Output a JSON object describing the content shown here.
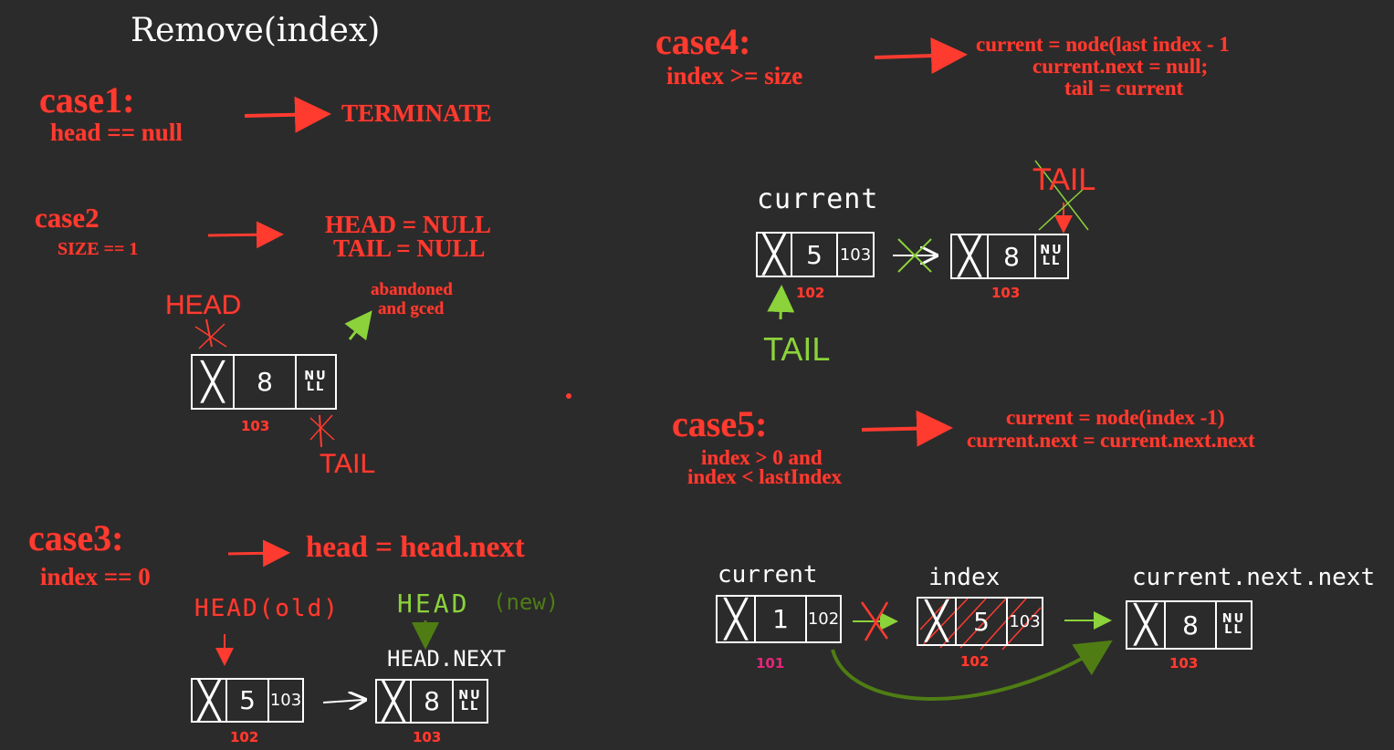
{
  "title": "Remove(index)",
  "case1": {
    "label": "case1:",
    "condition": "head  == null",
    "action": "TERMINATE"
  },
  "case2": {
    "label": "case2",
    "condition": "SIZE == 1",
    "action_line1": "HEAD = NULL",
    "action_line2": "TAIL = NULL",
    "head_label": "HEAD",
    "tail_label": "TAIL",
    "note_line1": "abandoned",
    "note_line2": "and gced",
    "node": {
      "value": "8",
      "next": "NU LL",
      "address": "103"
    }
  },
  "case3": {
    "label": "case3:",
    "condition": "index == 0",
    "action": "head = head.next",
    "old_head_label": "HEAD(old)",
    "new_head_label": "HEAD",
    "new_tag": "(new)",
    "next_label": "HEAD.NEXT",
    "node_a": {
      "value": "5",
      "next": "103",
      "address": "102"
    },
    "node_b": {
      "value": "8",
      "next": "NU LL",
      "address": "103"
    }
  },
  "case4": {
    "label": "case4:",
    "condition": "index >= size",
    "action_line1": "current = node(last index - 1",
    "action_line2": "current.next = null;",
    "action_line3": "tail = current",
    "current_label": "current",
    "old_tail_label": "TAIL",
    "new_tail_label": "TAIL",
    "node_a": {
      "value": "5",
      "next": "103",
      "address": "102"
    },
    "node_b": {
      "value": "8",
      "next": "NU LL",
      "address": "103"
    }
  },
  "case5": {
    "label": "case5:",
    "condition_line1": "index > 0 and",
    "condition_line2": "index < lastIndex",
    "action_line1": "current = node(index -1)",
    "action_line2": "current.next = current.next.next",
    "current_label": "current",
    "index_label": "index",
    "next_next_label": "current.next.next",
    "node_a": {
      "value": "1",
      "next": "102",
      "address": "101"
    },
    "node_b": {
      "value": "5",
      "next": "103",
      "address": "102"
    },
    "node_c": {
      "value": "8",
      "next": "NU LL",
      "address": "103"
    }
  },
  "colors": {
    "background": "#2b2b2b",
    "red": "#ff3b30",
    "green": "#8bd23b",
    "dark_green": "#4f7d14",
    "pink": "#e8247c",
    "white": "#ffffff"
  }
}
